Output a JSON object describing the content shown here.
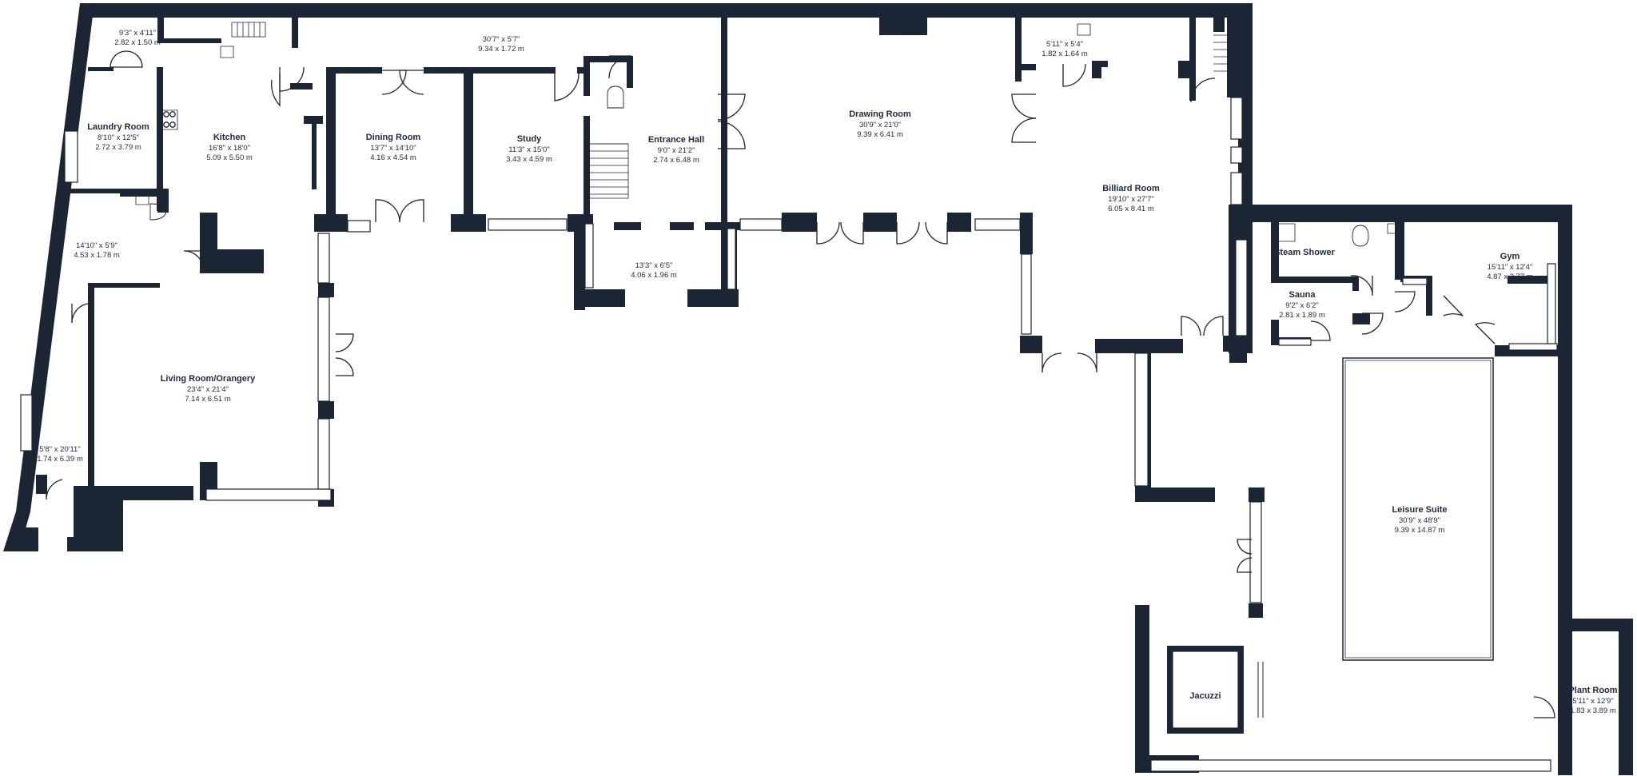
{
  "colors": {
    "wall": "#1b2533",
    "window": "#ffffff",
    "background": "#ffffff"
  },
  "rooms": {
    "laundry": {
      "name": "Laundry Room",
      "imperial": "8'10\" x 12'5\"",
      "metric": "2.72 x 3.79 m"
    },
    "kitchen": {
      "name": "Kitchen",
      "imperial": "16'8\" x 18'0\"",
      "metric": "5.09 x 5.50 m"
    },
    "dining": {
      "name": "Dining Room",
      "imperial": "13'7\" x 14'10\"",
      "metric": "4.16 x 4.54 m"
    },
    "study": {
      "name": "Study",
      "imperial": "11'3\" x 15'0\"",
      "metric": "3.43 x 4.59 m"
    },
    "entrance": {
      "name": "Entrance Hall",
      "imperial": "9'0\" x 21'2\"",
      "metric": "2.74 x 6.48 m"
    },
    "drawing": {
      "name": "Drawing Room",
      "imperial": "30'9\" x 21'0\"",
      "metric": "9.39 x 6.41 m"
    },
    "billiard": {
      "name": "Billiard Room",
      "imperial": "19'10\" x 27'7\"",
      "metric": "6.05 x 8.41 m"
    },
    "living": {
      "name": "Living Room/Orangery",
      "imperial": "23'4\" x 21'4\"",
      "metric": "7.14 x 6.51 m"
    },
    "steam": {
      "name": "Steam Shower"
    },
    "sauna": {
      "name": "Sauna",
      "imperial": "9'2\" x 6'2\"",
      "metric": "2.81 x 1.89 m"
    },
    "gym": {
      "name": "Gym",
      "imperial": "15'11\" x 12'4\"",
      "metric": "4.87 x 3.77 m"
    },
    "leisure": {
      "name": "Leisure Suite",
      "imperial": "30'9\" x 48'9\"",
      "metric": "9.39 x 14.87 m"
    },
    "jacuzzi": {
      "name": "Jacuzzi"
    },
    "plant": {
      "name": "Plant Room",
      "imperial": "5'11\" x 12'9\"",
      "metric": "1.83 x 3.89 m"
    }
  },
  "unnamed_areas": {
    "top_left": {
      "imperial": "9'3\" x 4'11\"",
      "metric": "2.82 x 1.50 m"
    },
    "corridor": {
      "imperial": "30'7\" x 5'7\"",
      "metric": "9.34 x 1.72 m"
    },
    "small_top": {
      "imperial": "5'11\" x 5'4\"",
      "metric": "1.82 x 1.64 m"
    },
    "hall_left": {
      "imperial": "14'10\" x 5'9\"",
      "metric": "4.53 x 1.78 m"
    },
    "porch": {
      "imperial": "13'3\" x 6'5\"",
      "metric": "4.06 x 1.96 m"
    },
    "west_corridor": {
      "imperial": "5'8\" x 20'11\"",
      "metric": "1.74 x 6.39 m"
    }
  }
}
